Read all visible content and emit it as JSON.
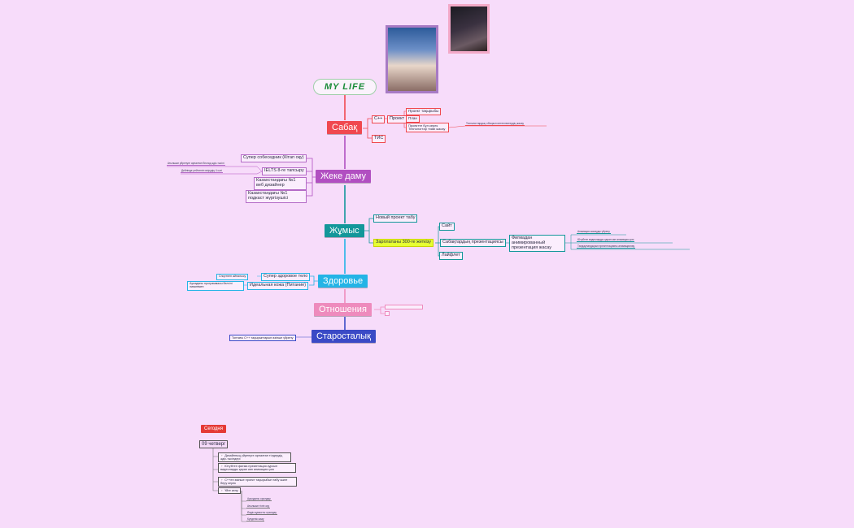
{
  "root": {
    "title": "MY LIFE"
  },
  "colors": {
    "background": "#f7dcfa",
    "sabak": "#f0484f",
    "zheke": "#b14fc1",
    "zhumys": "#13979a",
    "zdorovye": "#24b4e6",
    "otnosheniya": "#ee8bbd",
    "starostalyk": "#3a4ac6",
    "highlight": "#e6ff33"
  },
  "branches": {
    "sabak": {
      "label": "Сабақ",
      "cpp": "C++",
      "tis": "ТИС",
      "project": "Проект",
      "project_name": "Проект тақырыбы",
      "plan": "План",
      "project_task": "Проектте бұл керек Технологтар тізімі жасау",
      "project_task_note": "Технологтардың обзорын интеллектердің жасау"
    },
    "zheke": {
      "label": "Жеке даму",
      "items": [
        "Супер собеседник (Кітап оқу)",
        "IELTS 8-ге тапсыру",
        "Казахстандағы №1 веб дизайнер",
        "Казахстандағы №1 подкаст жүргізушісі"
      ],
      "notes": [
        "Ағылшын уйренуге арналған блогад әдіс-тәсілі",
        "Дейнінде рейтингін өсірудің 4 сәті"
      ]
    },
    "zhumys": {
      "label": "Жұмыс",
      "new_project": "Новый проект табу",
      "salary": "Зарплатаны 300-ге жеткізу",
      "site": "Сайт",
      "presentation": "Сабақтардың презентациясы",
      "figma": "Фигмадан анимированный презентация жасау",
      "leaflet": "Лайфлет",
      "figma_notes": [
        "Анимация жасауды үйрену",
        "Ютубтен видеоларды қарап көп анимация қою",
        "Тандауландырып презентацияны анимациялау"
      ]
    },
    "zdorovye": {
      "label": "Здоровье",
      "super_body": "Супер здоровое тело",
      "skin": "Идеальная кожа (Питание)",
      "body_note": "Спортпен айналысу",
      "skin_note": "Ауызданы программасы белгілі лимитімен"
    },
    "otnosheniya": {
      "label": "Отношения"
    },
    "starostalyk": {
      "label": "Старосталық",
      "note": "Топтағы C++ тақырыптарын өзінше үйрену"
    }
  },
  "today": {
    "badge": "Сегодня",
    "date": "09 четверг",
    "tasks": [
      "Дизайнның үйренуге арналған тілдердің әдіс-тәсілдері",
      "Ютубтегі фигма презентация курсын видеоларды қарап көп анимация қою",
      "C++ен өзінше проект тақырыбын табу және беру керек",
      "Үйге келу"
    ],
    "subtasks": [
      "Ауызданы орындау",
      "Ағылшын тілін оқу",
      "Өздік жұмысты орындау",
      "Күнделік жазу"
    ]
  }
}
